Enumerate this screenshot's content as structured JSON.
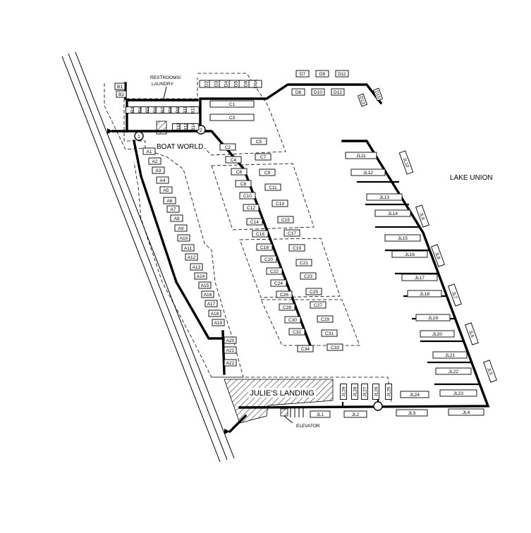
{
  "labels": {
    "lake": "LAKE UNION",
    "boat_world": "BOAT WORLD",
    "julies_landing": "JULIE'S LANDING",
    "restrooms_line1": "RESTROOMS/",
    "restrooms_line2": "LAUNDRY",
    "elevator": "ELEVATOR",
    "gate1": "1",
    "gate2": "2"
  },
  "dock_b": {
    "slips_top": [
      "B1",
      "B2"
    ],
    "slips_row": [
      "B3",
      "B4",
      "B5",
      "B6",
      "B7",
      "B8",
      "B9",
      "B11",
      "B13"
    ],
    "slips_lower": [
      "B10",
      "B12",
      "B14"
    ]
  },
  "dock_d": {
    "top": [
      "D2",
      "D3",
      "D4",
      "D5",
      "D6",
      "D6A"
    ],
    "upper": [
      "D7",
      "D9",
      "D11"
    ],
    "lower": [
      "D8",
      "D10",
      "D12"
    ],
    "end": [
      "D13",
      "D15"
    ]
  },
  "dock_a": [
    "A1",
    "A2",
    "A3",
    "A4",
    "A5",
    "A6",
    "A7",
    "A8",
    "A9",
    "A10",
    "A11",
    "A12",
    "A13",
    "A14",
    "A15",
    "A16",
    "A17",
    "A18",
    "A19",
    "A20",
    "A21",
    "A22"
  ],
  "dock_c": [
    "C1",
    "C2",
    "C3",
    "C4",
    "C5",
    "C6",
    "C7",
    "C8",
    "C9",
    "C10",
    "C11",
    "C12",
    "C13",
    "C14",
    "C15",
    "C16",
    "C17",
    "C18",
    "C19",
    "C20",
    "C21",
    "C22",
    "C23",
    "C24",
    "C25",
    "C26",
    "C27",
    "C28",
    "C29",
    "C30",
    "C31",
    "C32",
    "C33",
    "C34"
  ],
  "dock_jl": [
    "JL1",
    "JL2",
    "JL3",
    "JL4",
    "JL5",
    "JL6",
    "JL7",
    "JL8",
    "JL9",
    "JL10",
    "JL11",
    "JL12",
    "JL13",
    "JL14",
    "JL15",
    "JL16",
    "JL17",
    "JL18",
    "JL19",
    "JL20",
    "JL21",
    "JL22",
    "JL23",
    "JL24",
    "JL25",
    "JL26",
    "JL27",
    "JL28",
    "JL29"
  ]
}
